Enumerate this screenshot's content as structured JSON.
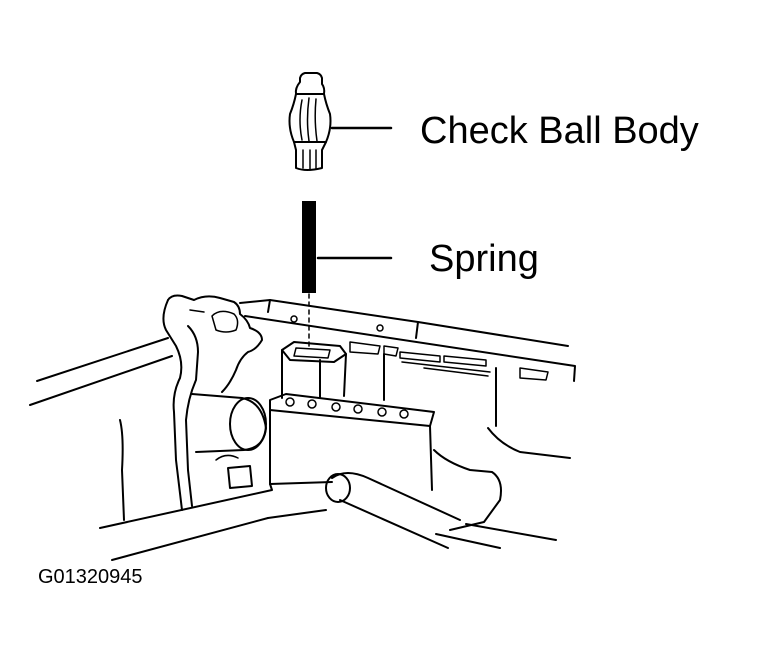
{
  "labels": {
    "check_ball_body": "Check Ball Body",
    "spring": "Spring",
    "figure_code": "G01320945"
  },
  "colors": {
    "ink": "#000000",
    "paper": "#ffffff"
  }
}
